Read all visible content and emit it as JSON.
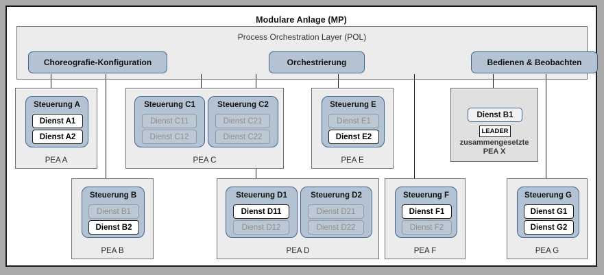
{
  "diagram": {
    "title": "Modulare Anlage (MP)",
    "layer": {
      "title": "Process Orchestration Layer (POL)",
      "buttons": [
        {
          "label": "Choreografie-Konfiguration"
        },
        {
          "label": "Orchestrierung"
        },
        {
          "label": "Bedienen & Beobachten"
        }
      ]
    },
    "colors": {
      "canvas_background": "#a9a9a9",
      "frame_background": "#ffffff",
      "panel_background": "#ececec",
      "controller_fill": "#b3c3d3",
      "controller_border": "#41618c",
      "service_active_fill": "#ffffff",
      "service_inactive_fill": "#bcc8d4",
      "service_inactive_text": "#8e8e8e",
      "connector": "#1a1a1a"
    },
    "peas": [
      {
        "id": "pea-a",
        "label": "PEA A",
        "controllers": [
          {
            "title": "Steuerung A",
            "services": [
              {
                "label": "Dienst A1",
                "state": "active"
              },
              {
                "label": "Dienst A2",
                "state": "active"
              }
            ]
          }
        ]
      },
      {
        "id": "pea-c",
        "label": "PEA C",
        "controllers": [
          {
            "title": "Steuerung C1",
            "services": [
              {
                "label": "Dienst C11",
                "state": "inactive"
              },
              {
                "label": "Dienst C12",
                "state": "inactive"
              }
            ]
          },
          {
            "title": "Steuerung C2",
            "services": [
              {
                "label": "Dienst C21",
                "state": "inactive"
              },
              {
                "label": "Dienst C22",
                "state": "inactive"
              }
            ]
          }
        ]
      },
      {
        "id": "pea-e",
        "label": "PEA E",
        "controllers": [
          {
            "title": "Steuerung E",
            "services": [
              {
                "label": "Dienst E1",
                "state": "inactive"
              },
              {
                "label": "Dienst E2",
                "state": "active"
              }
            ]
          }
        ]
      },
      {
        "id": "pea-b",
        "label": "PEA B",
        "controllers": [
          {
            "title": "Steuerung B",
            "services": [
              {
                "label": "Dienst B1",
                "state": "inactive"
              },
              {
                "label": "Dienst B2",
                "state": "active"
              }
            ]
          }
        ]
      },
      {
        "id": "pea-d",
        "label": "PEA D",
        "controllers": [
          {
            "title": "Steuerung D1",
            "services": [
              {
                "label": "Dienst D11",
                "state": "active"
              },
              {
                "label": "Dienst D12",
                "state": "inactive"
              }
            ]
          },
          {
            "title": "Steuerung D2",
            "services": [
              {
                "label": "Dienst D21",
                "state": "inactive"
              },
              {
                "label": "Dienst D22",
                "state": "inactive"
              }
            ]
          }
        ]
      },
      {
        "id": "pea-f",
        "label": "PEA F",
        "controllers": [
          {
            "title": "Steuerung F",
            "services": [
              {
                "label": "Dienst F1",
                "state": "active"
              },
              {
                "label": "Dienst F2",
                "state": "inactive"
              }
            ]
          }
        ]
      },
      {
        "id": "pea-g",
        "label": "PEA G",
        "controllers": [
          {
            "title": "Steuerung G",
            "services": [
              {
                "label": "Dienst G1",
                "state": "active"
              },
              {
                "label": "Dienst G2",
                "state": "active"
              }
            ]
          }
        ]
      }
    ],
    "composite": {
      "service_label": "Dienst B1",
      "badge_label": "LEADER",
      "caption_line1": "zusammengesetzte",
      "caption_line2": "PEA X"
    }
  }
}
